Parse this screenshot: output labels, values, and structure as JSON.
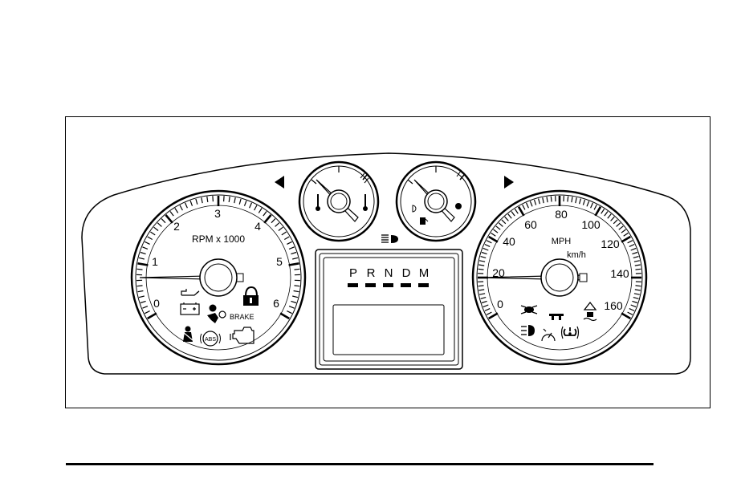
{
  "tachometer": {
    "label": "RPM x 1000",
    "numbers": [
      "0",
      "1",
      "2",
      "3",
      "4",
      "5",
      "6"
    ],
    "warnings": {
      "brake": "BRAKE",
      "abs": "ABS"
    }
  },
  "speedometer": {
    "unit_primary": "MPH",
    "unit_secondary": "km/h",
    "numbers": [
      "0",
      "20",
      "40",
      "60",
      "80",
      "100",
      "120",
      "140",
      "160"
    ]
  },
  "transmission": {
    "gears": [
      "P",
      "R",
      "N",
      "D",
      "M"
    ]
  },
  "gauges": {
    "temperature": {
      "icon": "thermometer-icon"
    },
    "fuel": {
      "icon": "fuel-pump-icon"
    }
  },
  "indicators": [
    "left-turn-signal-icon",
    "right-turn-signal-icon",
    "high-beam-icon",
    "oil-pressure-icon",
    "battery-icon",
    "airbag-icon",
    "security-lock-icon",
    "seatbelt-icon",
    "abs-icon",
    "check-engine-icon",
    "brake-warning",
    "fog-lamp-icon",
    "trailer-icon",
    "traction-control-icon",
    "front-fog-lamp-icon",
    "cruise-control-icon",
    "tire-pressure-icon"
  ]
}
